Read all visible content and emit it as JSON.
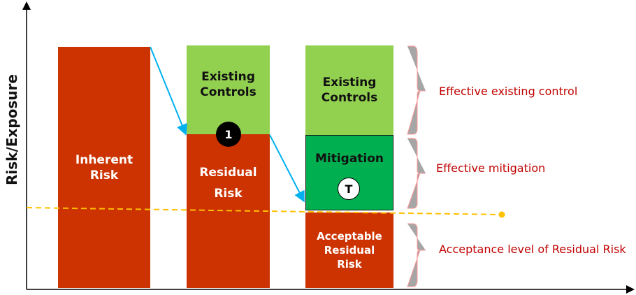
{
  "axes": {
    "y_label": "Risk/Exposure"
  },
  "columns": [
    {
      "name": "inherent",
      "segments": [
        {
          "label": "Inherent\nRisk",
          "lines": [
            "Inherent",
            "Risk"
          ],
          "color": "#cc3300"
        }
      ]
    },
    {
      "name": "after-controls",
      "segments": [
        {
          "label": "Existing Controls",
          "lines": [
            "Existing",
            "Controls"
          ],
          "color": "#92d050"
        },
        {
          "label": "Residual Risk",
          "lines": [
            "Residual",
            "Risk"
          ],
          "color": "#cc3300"
        }
      ],
      "badge": "1"
    },
    {
      "name": "after-mitigation",
      "segments": [
        {
          "label": "Existing Controls",
          "lines": [
            "Existing",
            "Controls"
          ],
          "color": "#92d050"
        },
        {
          "label": "Mitigation",
          "lines": [
            "Mitigation"
          ],
          "color": "#00b050"
        },
        {
          "label": "Acceptable Residual Risk",
          "lines": [
            "Acceptable",
            "Residual",
            "Risk"
          ],
          "color": "#cc3300"
        }
      ],
      "badge": "T"
    }
  ],
  "annotations": [
    {
      "text": "Effective existing control"
    },
    {
      "text": "Effective mitigation"
    },
    {
      "text": "Acceptance level of Residual Risk"
    }
  ],
  "colors": {
    "risk": "#cc3300",
    "controls": "#92d050",
    "mitigation": "#00b050",
    "arrow": "#00b0f0",
    "threshold": "#ffc000",
    "annotation": "#c00000",
    "brace": "#a6a6a6"
  }
}
